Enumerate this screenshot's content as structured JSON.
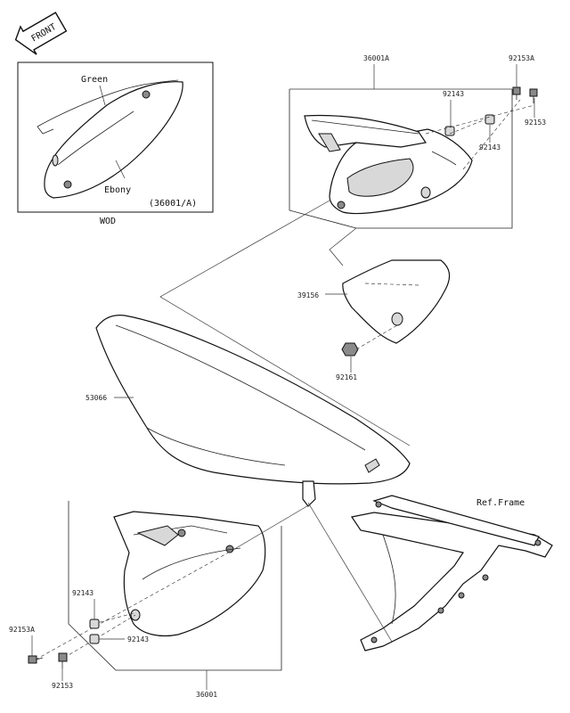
{
  "front_label": "FRONT",
  "variant_box": {
    "color_top": "Green",
    "color_bottom": "Ebony",
    "ref_code": "(36001/A)",
    "caption": "WOD"
  },
  "parts": {
    "p36001A": "36001A",
    "p92153A_top": "92153A",
    "p92143_top": "92143",
    "p92153_top": "92153",
    "p92143_top2": "92143",
    "p39156": "39156",
    "p92161": "92161",
    "p53066": "53066",
    "ref_frame": "Ref.Frame",
    "p92143_bottom": "92143",
    "p92143_bottom2": "92143",
    "p92153A_bottom": "92153A",
    "p92153_bottom": "92153",
    "p36001": "36001"
  }
}
